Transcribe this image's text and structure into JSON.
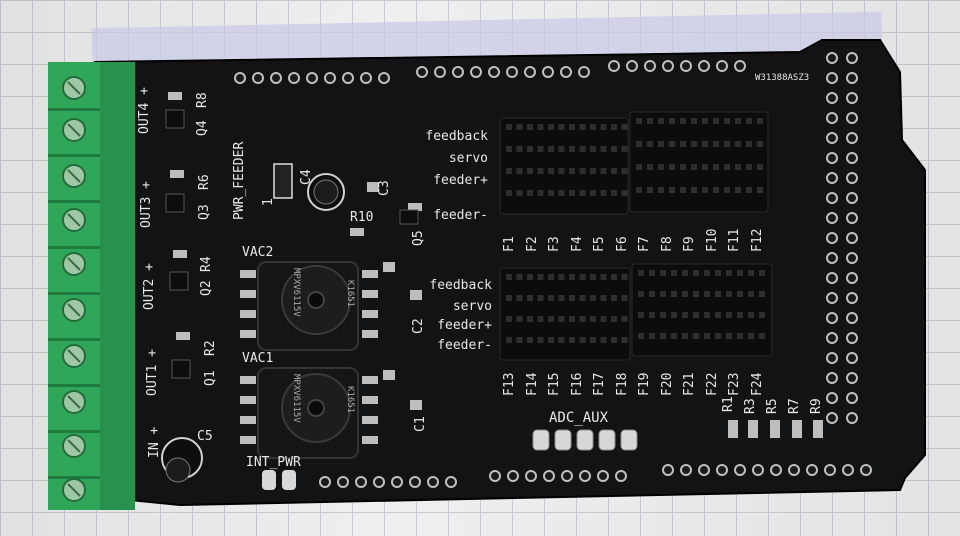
{
  "board": {
    "serial": "W31388ASZ3",
    "pwr_feeder": "PWR_FEEDER",
    "int_pwr": "INT_PWR",
    "adc_aux": "ADC_AUX",
    "vac1": "VAC1",
    "vac2": "VAC2",
    "sensor_text_1": "MPXV6115V",
    "sensor_text_2": "K1651"
  },
  "signal_labels_top": [
    "feedback",
    "servo",
    "feeder+",
    "feeder-"
  ],
  "signal_labels_bottom": [
    "feedback",
    "servo",
    "feeder+",
    "feeder-"
  ],
  "feeder_top": [
    "F1",
    "F2",
    "F3",
    "F4",
    "F5",
    "F6",
    "F7",
    "F8",
    "F9",
    "F10",
    "F11",
    "F12"
  ],
  "feeder_bottom": [
    "F13",
    "F14",
    "F15",
    "F16",
    "F17",
    "F18",
    "F19",
    "F20",
    "F21",
    "F22",
    "F23",
    "F24"
  ],
  "outputs": [
    "OUT4 +",
    "OUT3 +",
    "OUT2 +",
    "OUT1 +",
    "IN +"
  ],
  "parts": {
    "q4": "Q4",
    "r8": "R8",
    "q3": "Q3",
    "r6": "R6",
    "q2": "Q2",
    "r4": "R4",
    "q1": "Q1",
    "r2": "R2",
    "c5": "C5",
    "c4": "C4",
    "c3": "C3",
    "r10": "R10",
    "q5": "Q5",
    "c2": "C2",
    "c1": "C1",
    "one": "1",
    "r1": "R1",
    "r3": "R3",
    "r5": "R5",
    "r7": "R7",
    "r9": "R9"
  },
  "colors": {
    "pcb": "#111214",
    "silk": "#e8e8e8",
    "terminal": "#2fa65a",
    "pad": "#c9c9c9",
    "paper_grid": "#c9ccd3"
  }
}
